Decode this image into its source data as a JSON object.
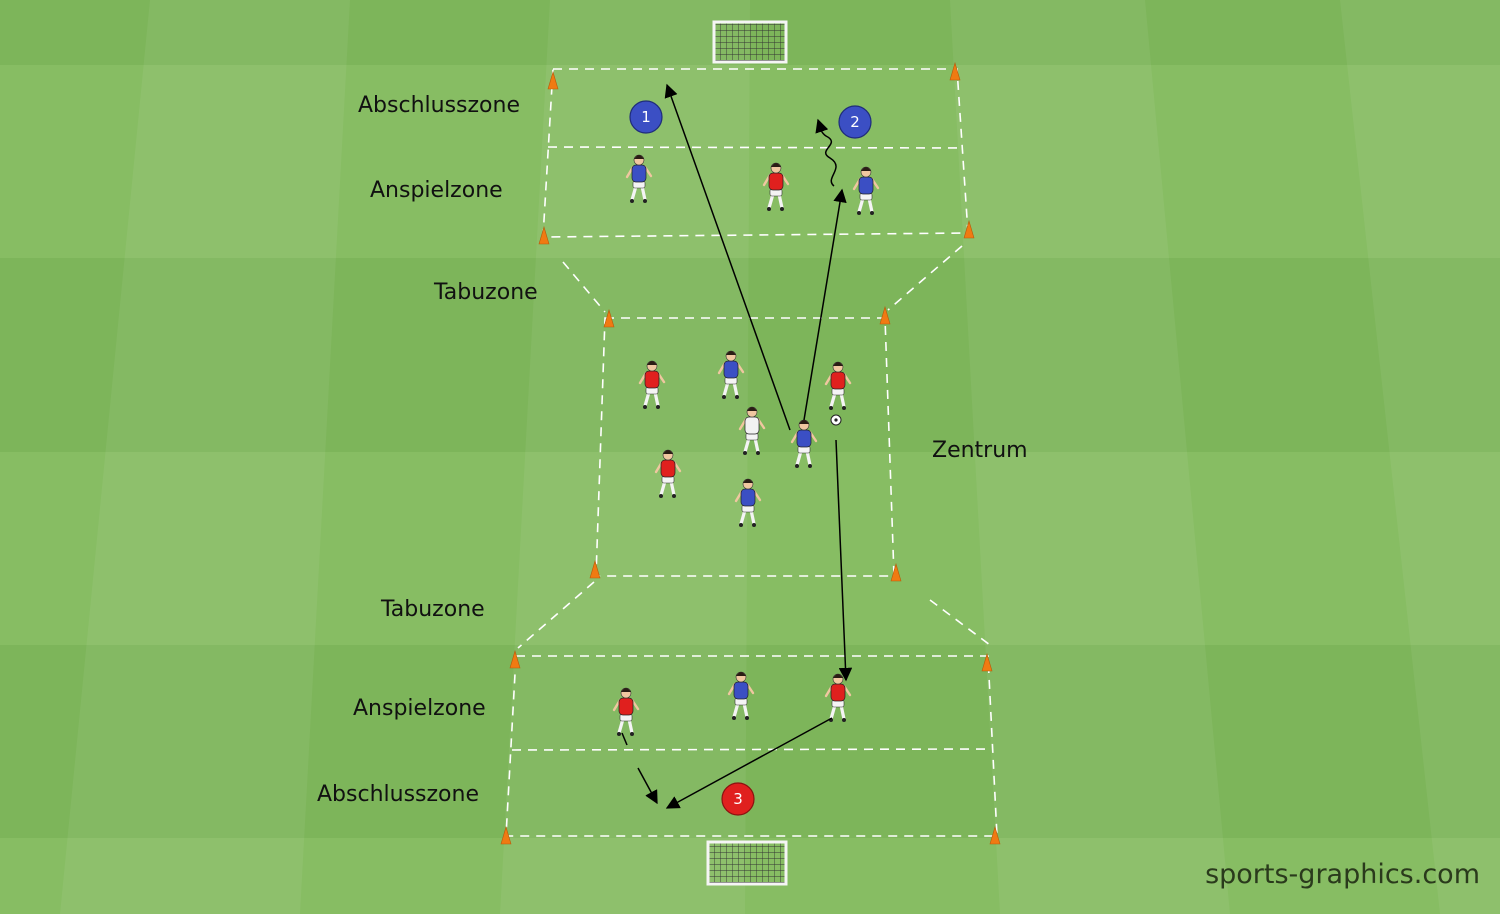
{
  "zones": {
    "top_finishing": "Abschlusszone",
    "top_passing": "Anspielzone",
    "top_taboo": "Tabuzone",
    "center": "Zentrum",
    "bottom_taboo": "Tabuzone",
    "bottom_passing": "Anspielzone",
    "bottom_finishing": "Abschlusszone"
  },
  "badges": {
    "one": "1",
    "two": "2",
    "three": "3"
  },
  "credit": "sports-graphics.com",
  "colors": {
    "team_blue": "#3b4fc4",
    "team_red": "#e0201e",
    "neutral": "#f2f2f2",
    "cone": "#f07a12",
    "grass_light": "#8dc168",
    "grass_dark": "#78ad52"
  }
}
